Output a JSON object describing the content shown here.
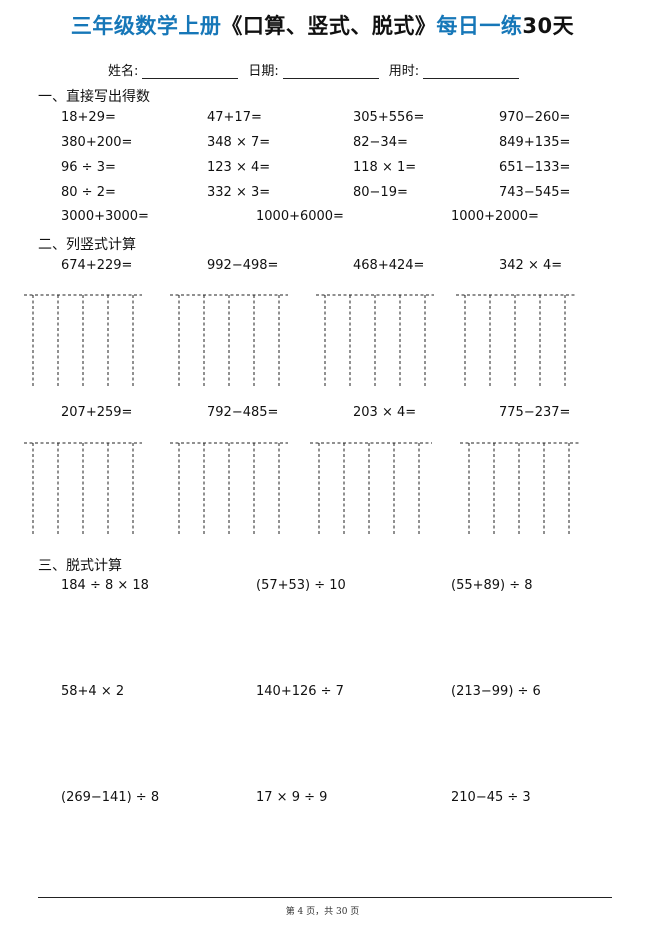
{
  "header": {
    "title_blue": "三年级数学上册",
    "title_black": "《口算、竖式、脱式》",
    "title_blue2": "每日一练",
    "title_black2": "30天"
  },
  "info": {
    "name_label": "姓名:",
    "date_label": "日期:",
    "time_label": "用时:"
  },
  "section1": {
    "heading": "一、直接写出得数",
    "problems": [
      "18+29=",
      "47+17=",
      "305+556=",
      "970−260=",
      "380+200=",
      "348 × 7=",
      "82−34=",
      "849+135=",
      "96 ÷ 3=",
      "123 × 4=",
      "118 × 1=",
      "651−133=",
      "80 ÷ 2=",
      "332 × 3=",
      "80−19=",
      "743−545=",
      "3000+3000=",
      "1000+6000=",
      "1000+2000="
    ]
  },
  "section2": {
    "heading": "二、列竖式计算",
    "problems": [
      "674+229=",
      "992−498=",
      "468+424=",
      "342 × 4=",
      "207+259=",
      "792−485=",
      "203 × 4=",
      "775−237="
    ]
  },
  "section3": {
    "heading": "三、脱式计算",
    "problems": [
      "184 ÷ 8 × 18",
      "(57+53) ÷ 10",
      "(55+89) ÷ 8",
      "58+4 × 2",
      "140+126 ÷ 7",
      "(213−99) ÷ 6",
      "(269−141) ÷ 8",
      "17 × 9 ÷ 9",
      "210−45 ÷ 3"
    ]
  },
  "footer": {
    "page_text": "第 4 页，共 30 页"
  }
}
